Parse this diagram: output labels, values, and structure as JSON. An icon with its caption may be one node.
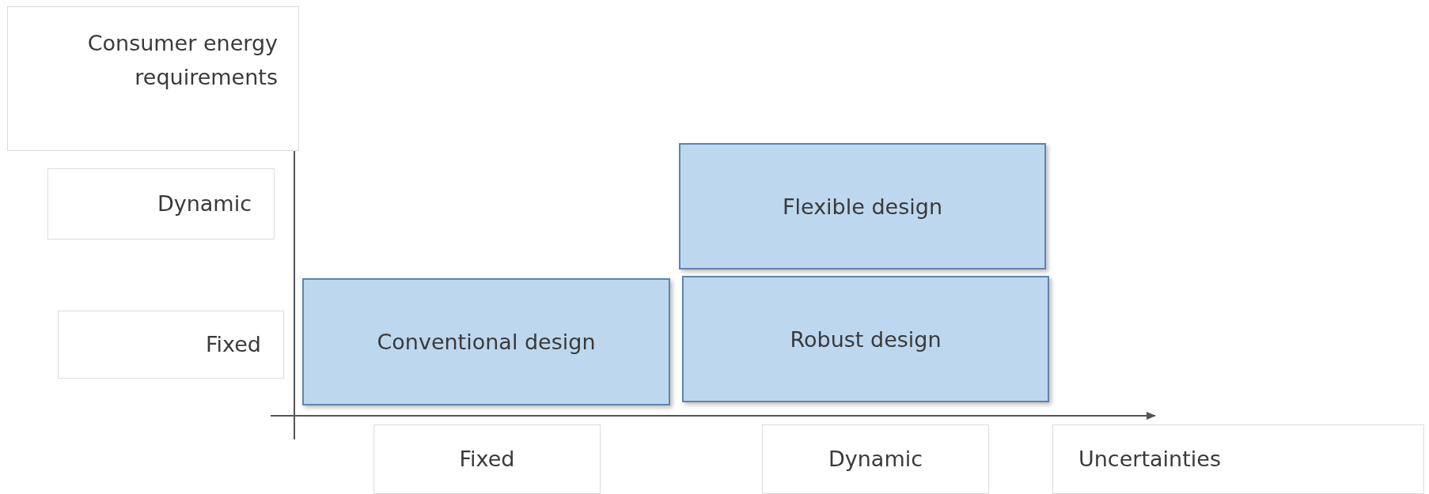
{
  "diagram": {
    "nodes": [
      {
        "text": [
          "Consumer energy requirements"
        ]
      },
      {
        "text": [
          "Dynamic"
        ]
      },
      {
        "text": [
          "Fixed"
        ]
      },
      {
        "text": [
          "Conventional design"
        ]
      },
      {
        "text": [
          "Flexible design"
        ]
      },
      {
        "text": [
          "Robust design"
        ]
      },
      {
        "text": [
          "Fixed"
        ]
      },
      {
        "text": [
          "Dynamic"
        ]
      },
      {
        "text": [
          "Uncertainties"
        ]
      }
    ]
  }
}
